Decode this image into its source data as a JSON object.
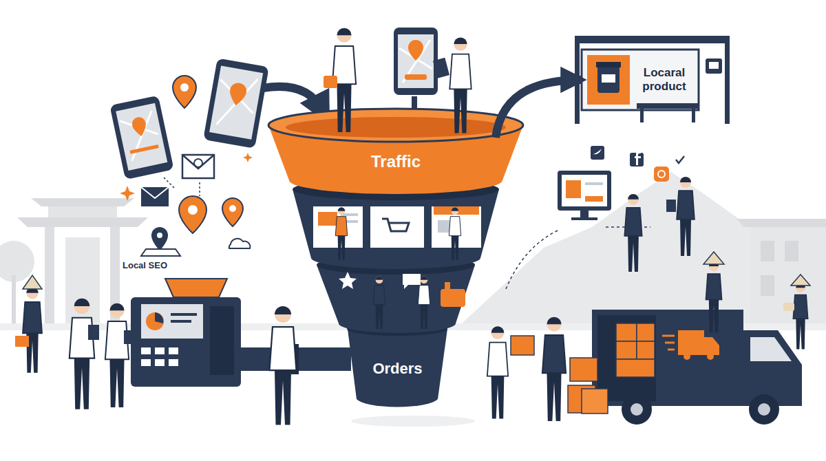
{
  "diagram": {
    "nodes": [
      {
        "text": [
          "Traffic"
        ]
      },
      {
        "text": [
          "Orders"
        ]
      },
      {
        "text": [
          "Locaral product"
        ]
      }
    ],
    "edges": [
      {
        "from": 0,
        "to": 2,
        "arrow": "to"
      }
    ],
    "labels": [
      "Local SEO"
    ]
  }
}
